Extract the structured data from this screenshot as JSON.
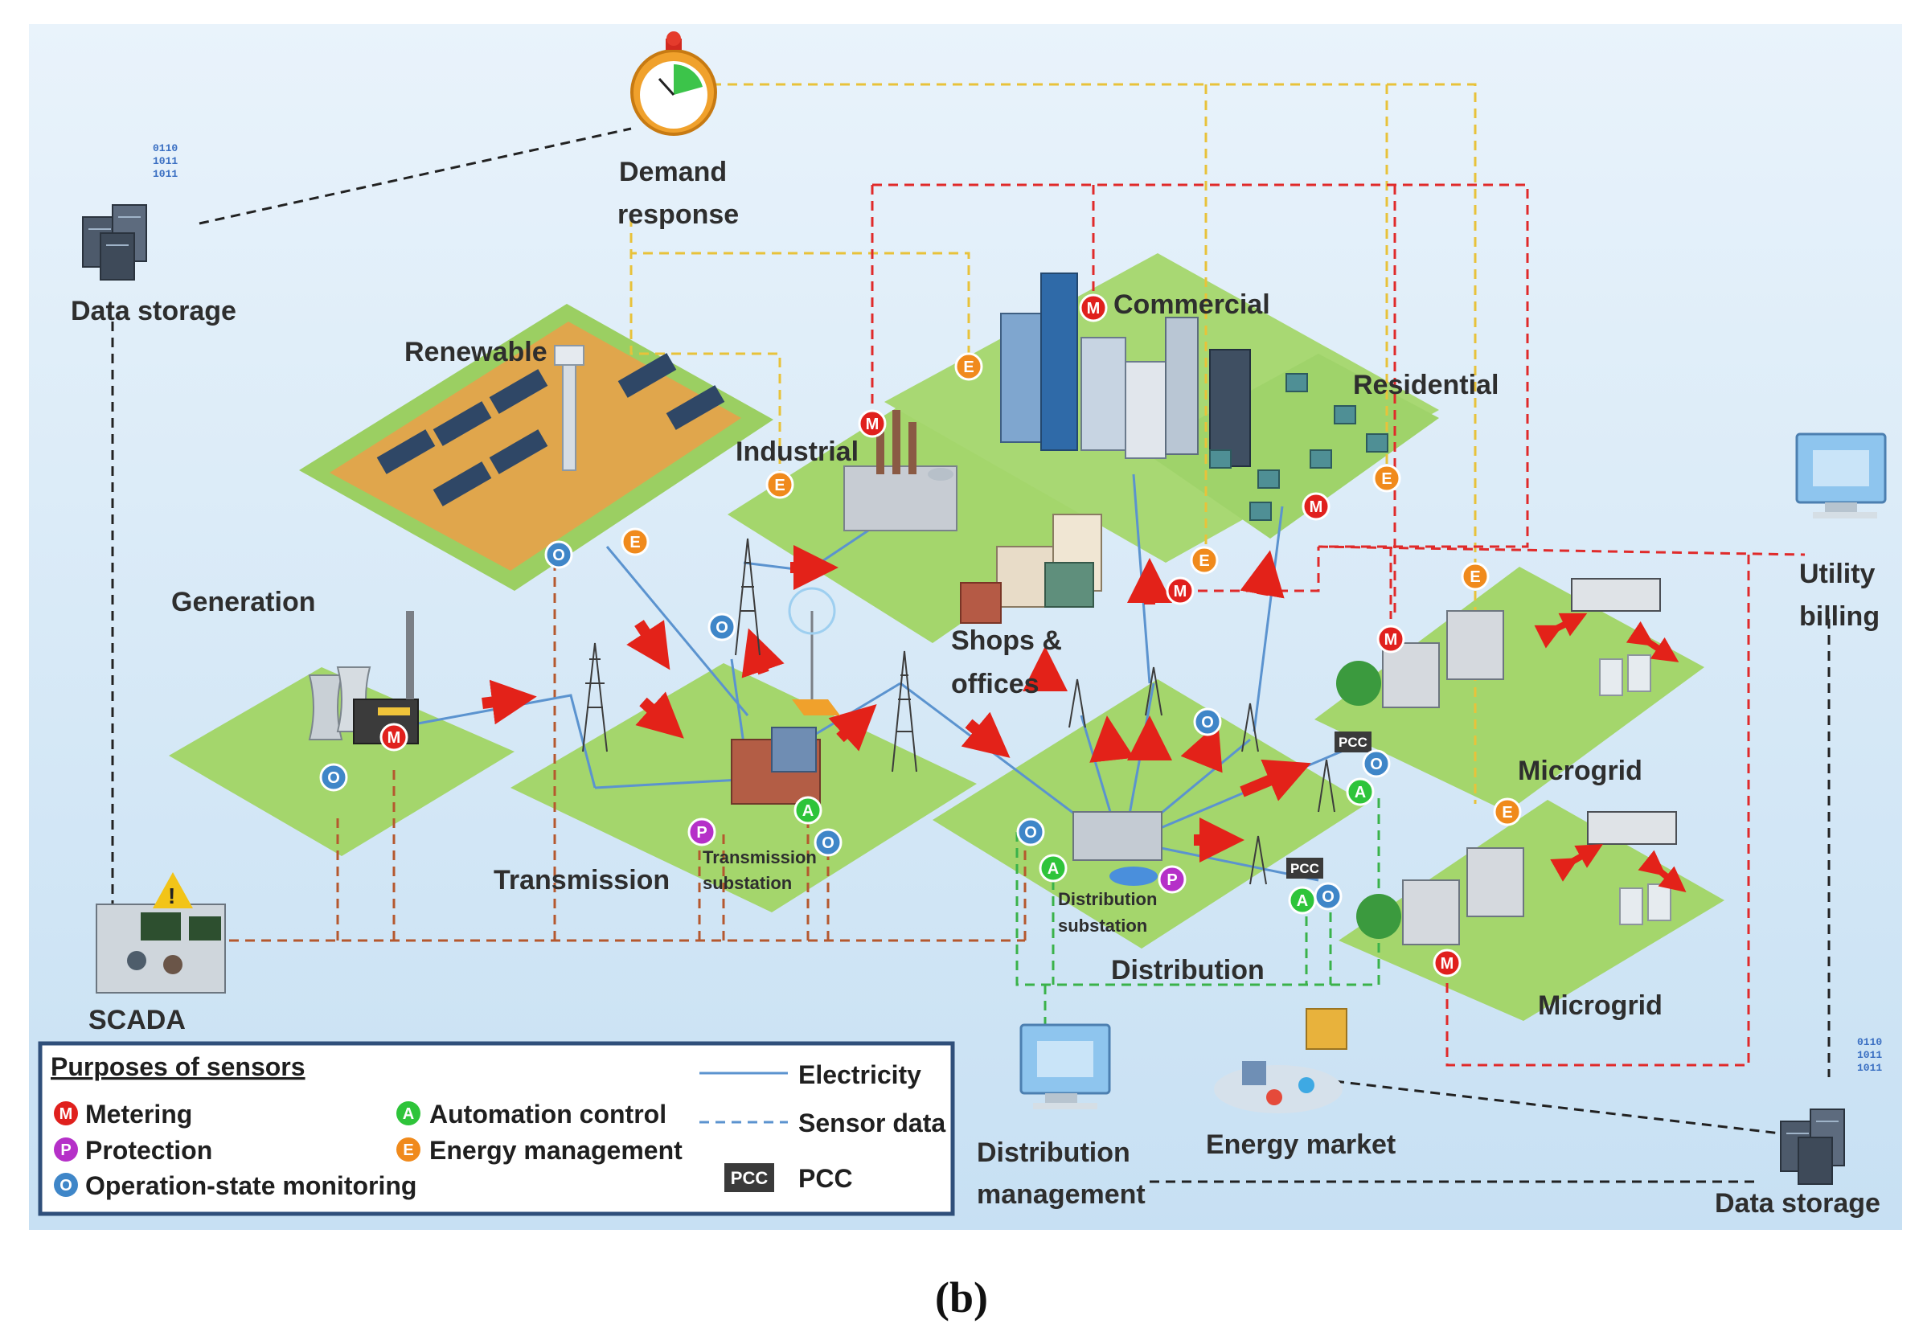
{
  "labels": {
    "data_storage_left": "Data storage",
    "demand_response_1": "Demand",
    "demand_response_2": "response",
    "renewable": "Renewable",
    "commercial": "Commercial",
    "residential": "Residential",
    "industrial": "Industrial",
    "generation": "Generation",
    "shops_1": "Shops &",
    "shops_2": "offices",
    "utility_1": "Utility",
    "utility_2": "billing",
    "microgrid_top": "Microgrid",
    "microgrid_bottom": "Microgrid",
    "transmission": "Transmission",
    "transmission_sub_1": "Transmission",
    "transmission_sub_2": "substation",
    "distribution_sub_1": "Distribution",
    "distribution_sub_2": "substation",
    "distribution": "Distribution",
    "scada": "SCADA",
    "distribution_mgmt_1": "Distribution",
    "distribution_mgmt_2": "management",
    "energy_market": "Energy market",
    "data_storage_right": "Data storage",
    "pcc_1": "PCC",
    "pcc_2": "PCC",
    "binary": [
      "0110",
      "1011",
      "1011"
    ]
  },
  "badges": {
    "metering": "M",
    "protection": "P",
    "automation": "A",
    "energy": "E",
    "operation": "O"
  },
  "legend": {
    "title": "Purposes of sensors",
    "metering": "Metering",
    "protection": "Protection",
    "operation": "Operation-state monitoring",
    "automation": "Automation control",
    "energy": "Energy management",
    "electricity": "Electricity",
    "sensor_data": "Sensor data",
    "pcc_box": "PCC",
    "pcc": "PCC"
  },
  "caption": "(b)",
  "colors": {
    "metering": "#e0201d",
    "protection": "#b530c8",
    "automation": "#2ec43a",
    "energy": "#f08a1c",
    "operation": "#3f86c8",
    "ground": "#a8d873",
    "electricity": "#5b93cf",
    "arrow": "#e32219",
    "yellow_line": "#e8c23a",
    "red_line": "#e02a2a",
    "brown_line": "#b5582e",
    "green_line": "#3ab24a"
  }
}
